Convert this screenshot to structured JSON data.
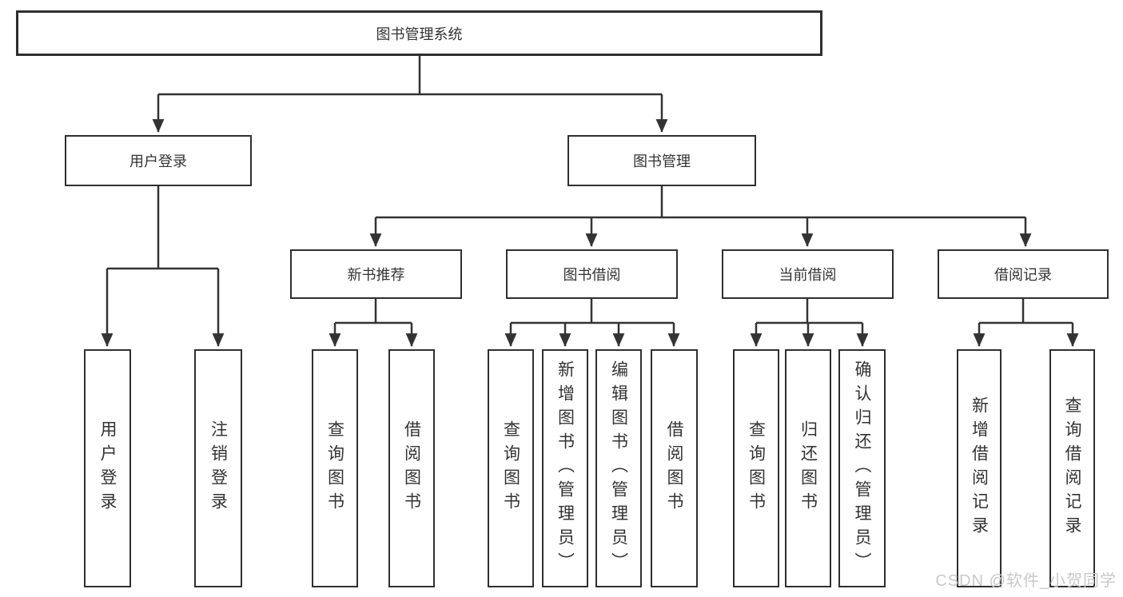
{
  "diagram": {
    "type": "hierarchy-tree",
    "watermark": "CSDN @软件_小贺同学",
    "colors": {
      "line": "#333333",
      "box_border": "#2f2f2f",
      "box_background": "#ffffff",
      "text": "#333333",
      "watermark": "#c9c9c9"
    },
    "nodes": {
      "root": {
        "label": "图书管理系统"
      },
      "l2": [
        {
          "label": "用户登录"
        },
        {
          "label": "图书管理"
        }
      ],
      "l3": [
        {
          "label": "新书推荐"
        },
        {
          "label": "图书借阅"
        },
        {
          "label": "当前借阅"
        },
        {
          "label": "借阅记录"
        }
      ],
      "leaves": [
        {
          "label": "用户登录"
        },
        {
          "label": "注销登录"
        },
        {
          "label": "查询图书"
        },
        {
          "label": "借阅图书"
        },
        {
          "label": "查询图书"
        },
        {
          "label": "新增图书（管理员）"
        },
        {
          "label": "编辑图书（管理员）"
        },
        {
          "label": "借阅图书"
        },
        {
          "label": "查询图书"
        },
        {
          "label": "归还图书"
        },
        {
          "label": "确认归还（管理员）"
        },
        {
          "label": "新增借阅记录"
        },
        {
          "label": "查询借阅记录"
        }
      ]
    },
    "tree": {
      "图书管理系统": {
        "用户登录": [
          "用户登录",
          "注销登录"
        ],
        "图书管理": {
          "新书推荐": [
            "查询图书",
            "借阅图书"
          ],
          "图书借阅": [
            "查询图书",
            "新增图书（管理员）",
            "编辑图书（管理员）",
            "借阅图书"
          ],
          "当前借阅": [
            "查询图书",
            "归还图书",
            "确认归还（管理员）"
          ],
          "借阅记录": [
            "新增借阅记录",
            "查询借阅记录"
          ]
        }
      }
    }
  }
}
